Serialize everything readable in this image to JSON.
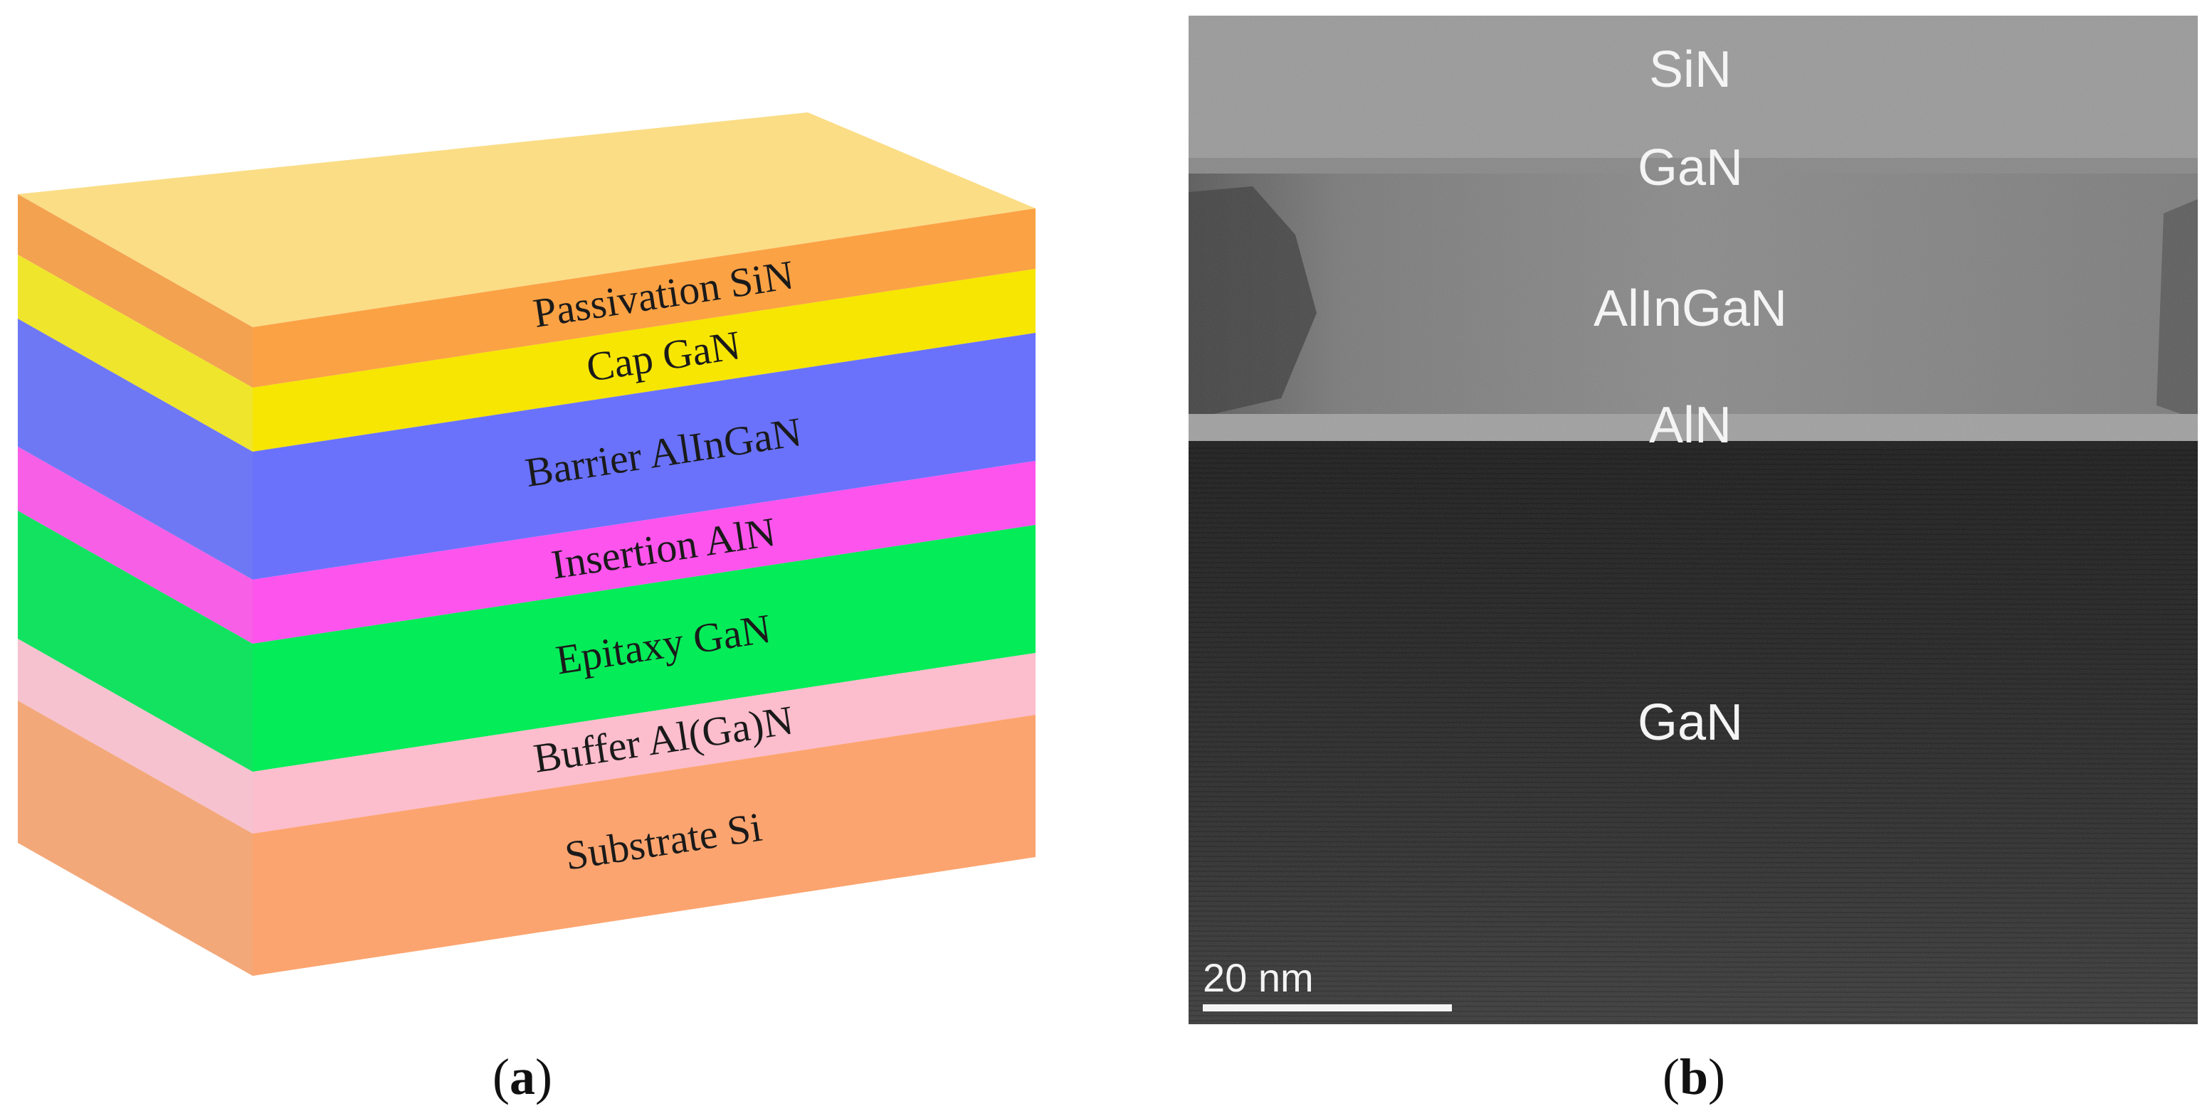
{
  "panel_a": {
    "caption_open": "(",
    "caption_letter": "a",
    "caption_close": ")",
    "layers": [
      {
        "label": "Passivation SiN",
        "front": "#fba245",
        "side": "#f3a250",
        "top": "#fbdd86"
      },
      {
        "label": "Cap GaN",
        "front": "#f6e601",
        "side": "#efe52c"
      },
      {
        "label": "Barrier AlInGaN",
        "front": "#6a72fb",
        "side": "#6f78f4"
      },
      {
        "label": "Insertion AlN",
        "front": "#fd54ed",
        "side": "#f65fe6"
      },
      {
        "label": "Epitaxy GaN",
        "front": "#04ec58",
        "side": "#13e260"
      },
      {
        "label": "Buffer Al(Ga)N",
        "front": "#fcbdcd",
        "side": "#f6c2cf"
      },
      {
        "label": "Substrate Si",
        "front": "#fca46f",
        "side": "#f3a87a"
      }
    ]
  },
  "panel_b": {
    "caption_open": "(",
    "caption_letter": "b",
    "caption_close": ")",
    "labels": [
      "SiN",
      "GaN",
      "AlInGaN",
      "AlN",
      "GaN"
    ],
    "scale_bar_label": "20 nm"
  }
}
